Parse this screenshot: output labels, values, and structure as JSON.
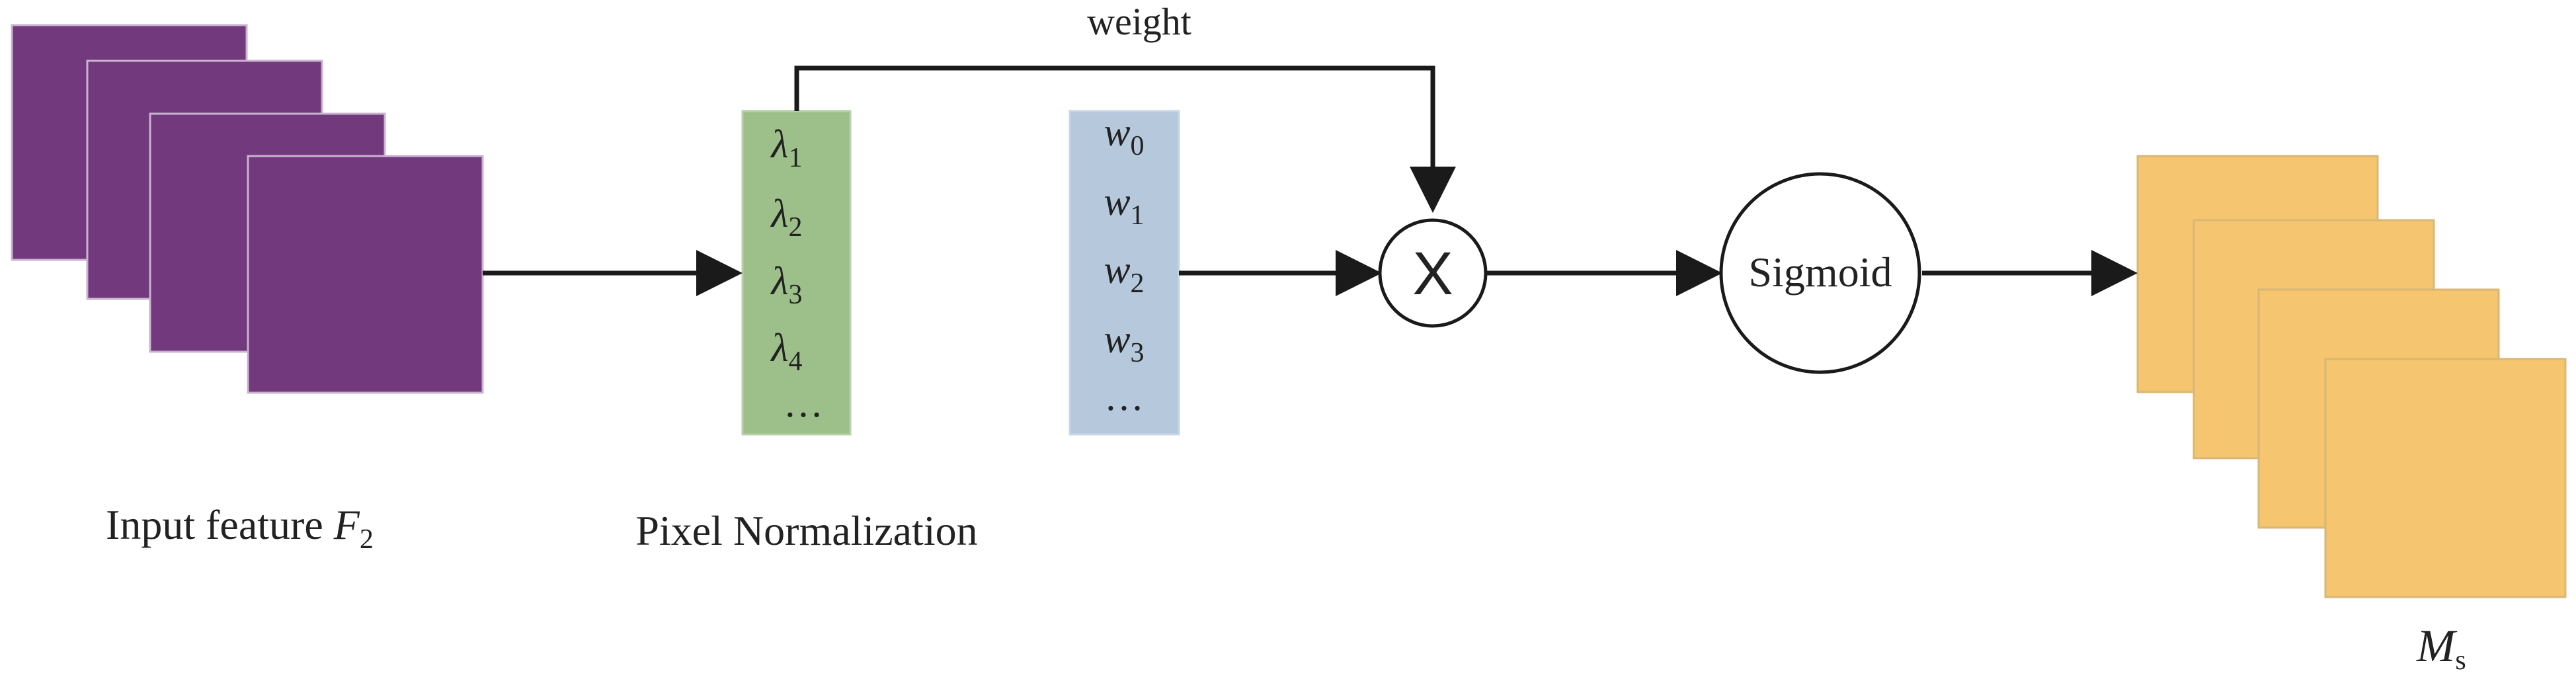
{
  "labels": {
    "weight_label": "weight",
    "input_caption": "Input feature",
    "input_symbol": "F",
    "input_subscript": "2",
    "norm_caption": "Pixel Normalization",
    "output_symbol": "M",
    "output_subscript": "s"
  },
  "lambda_column": {
    "items": [
      {
        "symbol": "λ",
        "sub": "1"
      },
      {
        "symbol": "λ",
        "sub": "2"
      },
      {
        "symbol": "λ",
        "sub": "3"
      },
      {
        "symbol": "λ",
        "sub": "4"
      }
    ],
    "ellipsis": "…",
    "color": "#9dc08b"
  },
  "weight_column": {
    "items": [
      {
        "symbol": "w",
        "sub": "0"
      },
      {
        "symbol": "w",
        "sub": "1"
      },
      {
        "symbol": "w",
        "sub": "2"
      },
      {
        "symbol": "w",
        "sub": "3"
      }
    ],
    "ellipsis": "…",
    "color": "#b6c8dc"
  },
  "multiply_node": {
    "symbol": "X"
  },
  "sigmoid_node": {
    "label": "Sigmoid"
  },
  "colors": {
    "input_feature": "#72397d",
    "output_feature": "#f5c56f",
    "stroke": "#1a1a1a"
  }
}
